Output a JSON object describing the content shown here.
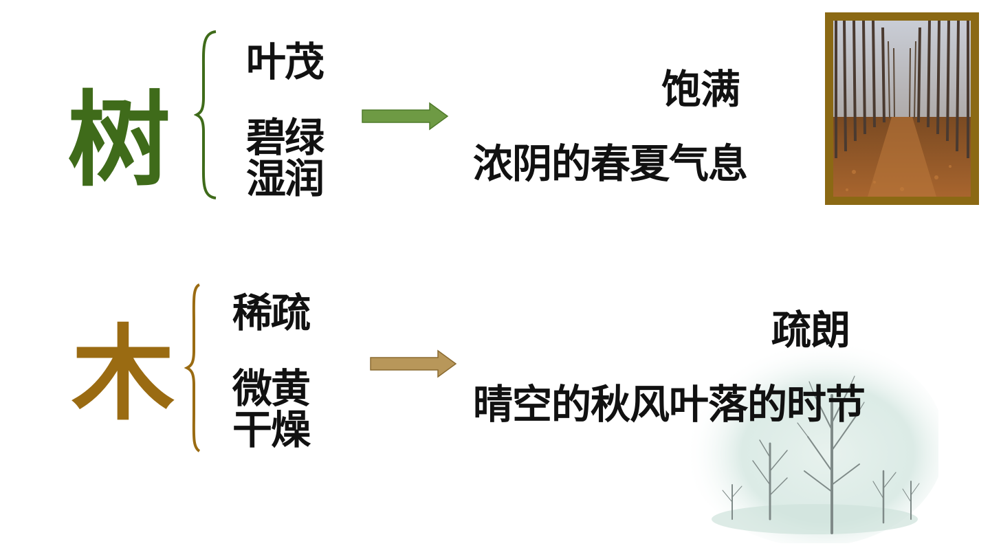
{
  "top": {
    "char": "树",
    "char_color": "#3f6b1a",
    "attributes": [
      "叶茂",
      "碧绿",
      "湿润"
    ],
    "brace_color": "#3f6b1a",
    "arrow_color": "#6e9a44",
    "result_word": "饱满",
    "result_phrase": "浓阴的春夏气息"
  },
  "bottom": {
    "char": "木",
    "char_color": "#9a6b12",
    "attributes": [
      "稀疏",
      "微黄",
      "干燥"
    ],
    "brace_color": "#9a6b12",
    "arrow_color": "#b8975a",
    "result_word": "疏朗",
    "result_phrase": "晴空的秋风叶落的时节"
  },
  "images": {
    "autumn_photo_frame_color": "#8b6914"
  }
}
